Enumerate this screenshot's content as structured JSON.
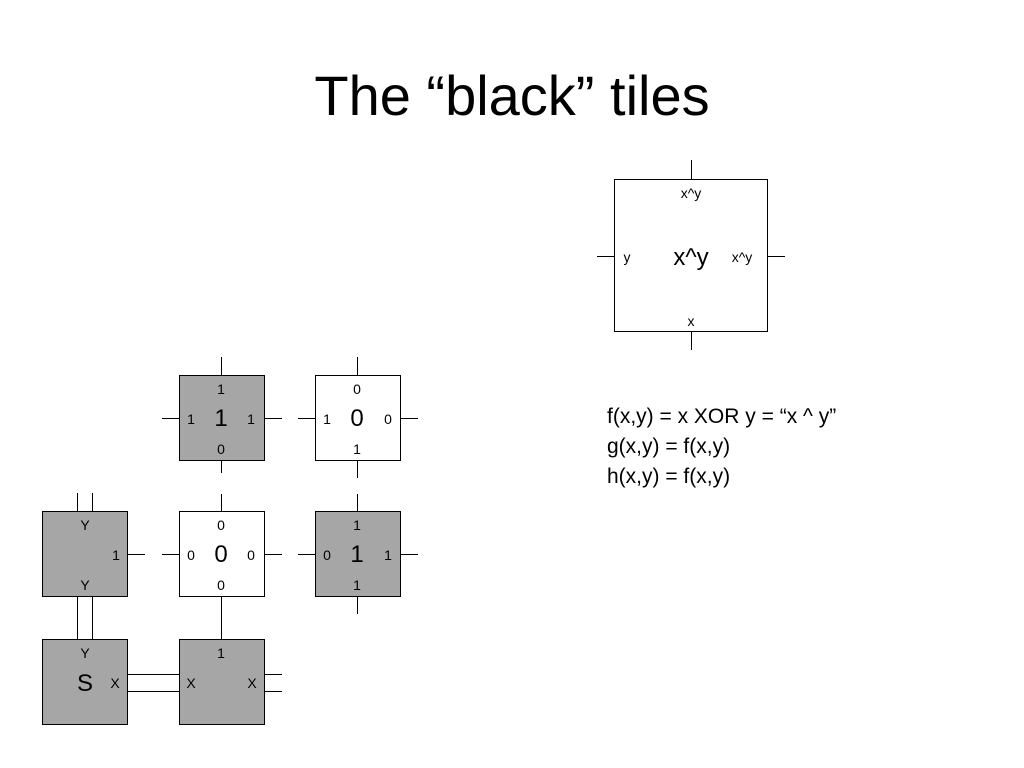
{
  "title": "The “black” tiles",
  "legend_tile": {
    "top": "x^y",
    "left": "y",
    "center": "x^y",
    "right": "x^y",
    "bottom": "x"
  },
  "formulas": [
    "f(x,y) = x XOR y = “x ^ y”",
    "g(x,y) = f(x,y)",
    "h(x,y) = f(x,y)"
  ],
  "tiles": {
    "t11": {
      "fill": "gray",
      "top": "1",
      "left": "1",
      "center": "1",
      "right": "1",
      "bottom": "0"
    },
    "t12": {
      "fill": "white",
      "top": "0",
      "left": "1",
      "center": "0",
      "right": "0",
      "bottom": "1"
    },
    "t20": {
      "fill": "gray",
      "top": "Y",
      "left": "",
      "center": "",
      "right": "1",
      "bottom": "Y"
    },
    "t21": {
      "fill": "white",
      "top": "0",
      "left": "0",
      "center": "0",
      "right": "0",
      "bottom": "0"
    },
    "t22": {
      "fill": "gray",
      "top": "1",
      "left": "0",
      "center": "1",
      "right": "1",
      "bottom": "1"
    },
    "t30": {
      "fill": "gray",
      "top": "Y",
      "left": "",
      "center": "S",
      "right": "X",
      "bottom": ""
    },
    "t31": {
      "fill": "gray",
      "top": "1",
      "left": "X",
      "center": "",
      "right": "X",
      "bottom": ""
    }
  },
  "colors": {
    "gray": "#a6a6a6",
    "white": "#ffffff",
    "stroke": "#000000"
  }
}
